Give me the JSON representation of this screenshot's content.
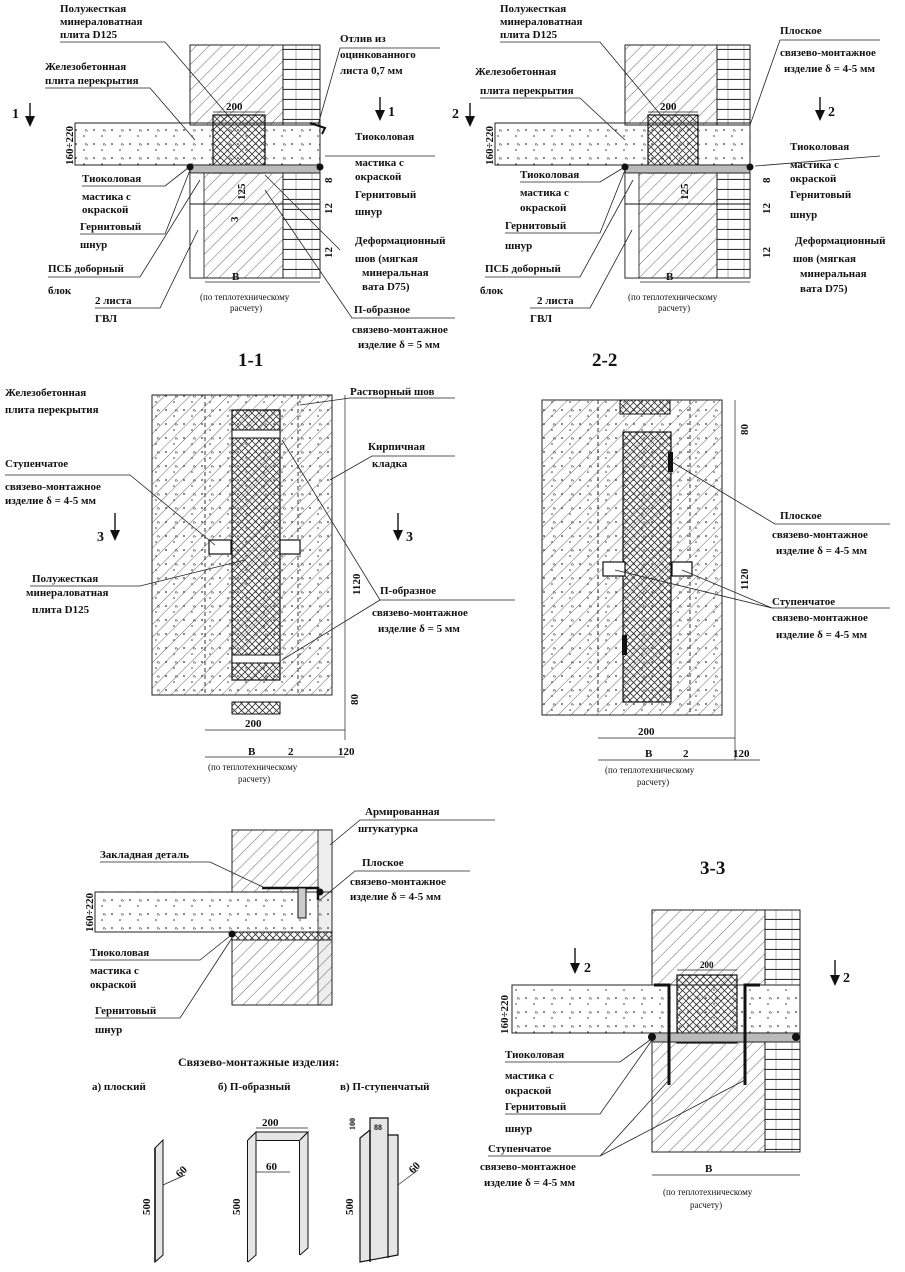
{
  "colors": {
    "ink": "#111111",
    "hatch": "#555555",
    "background": "#ffffff",
    "gray_fill": "#e6e6e6"
  },
  "detail_1": {
    "labels": {
      "mineral_slab": [
        "Полужесткая",
        "минераловатная",
        "плита D125"
      ],
      "rc_slab": [
        "Железобетонная",
        "плита перекрытия"
      ],
      "flashing": [
        "Отлив из",
        "оцинкованного",
        "листа 0,7 мм"
      ],
      "thiokol_right": [
        "Тиоколовая",
        "мастика с",
        "окраской"
      ],
      "hernit_right": [
        "Гернитовый",
        "шнур"
      ],
      "thiokol_left": [
        "Тиоколовая",
        "мастика с",
        "окраской"
      ],
      "hernit_left": [
        "Гернитовый",
        "шнур"
      ],
      "deform_joint": [
        "Деформационный",
        "шов (мягкая",
        "минеральная",
        "вата D75)"
      ],
      "psb_block": [
        "ПСБ доборный",
        "блок"
      ],
      "gvl": [
        "2 листа",
        "ГВЛ"
      ],
      "u_tie": [
        "П-образное",
        "связево-монтажное",
        "изделие δ = 5 мм"
      ]
    },
    "dims": {
      "top_width": "200",
      "slab_height": "160÷220",
      "d125": "125",
      "d3": "3",
      "d12a": "12",
      "d12b": "12",
      "d8": "8",
      "b": "В"
    },
    "b_note": [
      "(по теплотехническому",
      "расчету)"
    ],
    "cut_mark": "1"
  },
  "detail_2": {
    "labels": {
      "mineral_slab": [
        "Полужесткая",
        "минераловатная",
        "плита D125"
      ],
      "flat_tie": [
        "Плоское",
        "связево-монтажное",
        "изделие δ =  4-5 мм"
      ],
      "rc_slab": [
        "Железобетонная",
        "плита перекрытия"
      ],
      "thiokol_right": [
        "Тиоколовая",
        "мастика с",
        "окраской"
      ],
      "hernit_right": [
        "Гернитовый",
        "шнур"
      ],
      "thiokol_left": [
        "Тиоколовая",
        "мастика с",
        "окраской"
      ],
      "hernit_left": [
        "Гернитовый",
        "шнур"
      ],
      "deform_joint": [
        "Деформационный",
        "шов (мягкая",
        "минеральная",
        "вата D75)"
      ],
      "psb_block": [
        "ПСБ доборный",
        "блок"
      ],
      "gvl": [
        "2 листа",
        "ГВЛ"
      ]
    },
    "dims": {
      "top_width": "200",
      "slab_height": "160÷220",
      "d125": "125",
      "d12a": "12",
      "d12b": "12",
      "d8": "8",
      "b": "В"
    },
    "b_note": [
      "(по теплотехническому",
      "расчету)"
    ],
    "cut_mark": "2"
  },
  "section_1_1": {
    "title": "1-1",
    "labels": {
      "rc_slab": [
        "Железобетонная",
        "плита перекрытия"
      ],
      "mortar_joint": [
        "Растворный шов"
      ],
      "brickwork": [
        "Кирпичная",
        "кладка"
      ],
      "step_tie": [
        "Ступенчатое",
        "связево-монтажное",
        "изделие δ = 4-5 мм"
      ],
      "mineral_slab": [
        "Полужесткая",
        "минераловатная",
        "плита D125"
      ],
      "u_tie": [
        "П-образное",
        "связево-монтажное",
        "изделие δ = 5 мм"
      ]
    },
    "dims": {
      "h1120": "1120",
      "h80": "80",
      "w200": "200",
      "b": "В",
      "two": "2",
      "w120": "120"
    },
    "b_note": [
      "(по теплотехническому",
      "расчету)"
    ],
    "cut_mark": "3"
  },
  "section_2_2": {
    "title": "2-2",
    "labels": {
      "flat_tie": [
        "Плоское",
        "связево-монтажное",
        "изделие δ =  4-5 мм"
      ],
      "step_tie": [
        "Ступенчатое",
        "связево-монтажное",
        "изделие δ =  4-5 мм"
      ]
    },
    "dims": {
      "h80": "80",
      "h1120": "1120",
      "w200": "200",
      "b": "В",
      "two": "2",
      "w120": "120"
    },
    "b_note": [
      "(по теплотехническому",
      "расчету)"
    ]
  },
  "detail_3": {
    "labels": {
      "reinforced_plaster": [
        "Армированная",
        "штукатурка"
      ],
      "embedded_part": [
        "Закладная деталь"
      ],
      "flat_tie": [
        "Плоское",
        "связево-монтажное",
        "изделие δ =  4-5 мм"
      ],
      "thiokol": [
        "Тиоколовая",
        "мастика с",
        "окраской"
      ],
      "hernit": [
        "Гернитовый",
        "шнур"
      ]
    },
    "dims": {
      "slab_height": "160÷220"
    }
  },
  "ties": {
    "title": "Связево-монтажные изделия:",
    "flat": "а) плоский",
    "u_shaped": "б) П-образный",
    "u_stepped": "в) П-ступенчатый",
    "dims": {
      "h500a": "500",
      "h500b": "500",
      "h500c": "500",
      "w60a": "60",
      "w60b": "60",
      "w60c": "60",
      "w200": "200",
      "d100": "100",
      "d88": "88"
    }
  },
  "section_3_3": {
    "title": "3-3",
    "labels": {
      "thiokol": [
        "Тиоколовая",
        "мастика с",
        "окраской"
      ],
      "hernit": [
        "Гернитовый",
        "шнур"
      ],
      "step_tie": [
        "Ступенчатое",
        "связево-монтажное",
        "изделие δ =  4-5 мм"
      ]
    },
    "dims": {
      "slab_height": "160÷220",
      "w200": "200",
      "b": "В"
    },
    "b_note": [
      "(по теплотехническому",
      "расчету)"
    ],
    "cut_mark": "2"
  }
}
